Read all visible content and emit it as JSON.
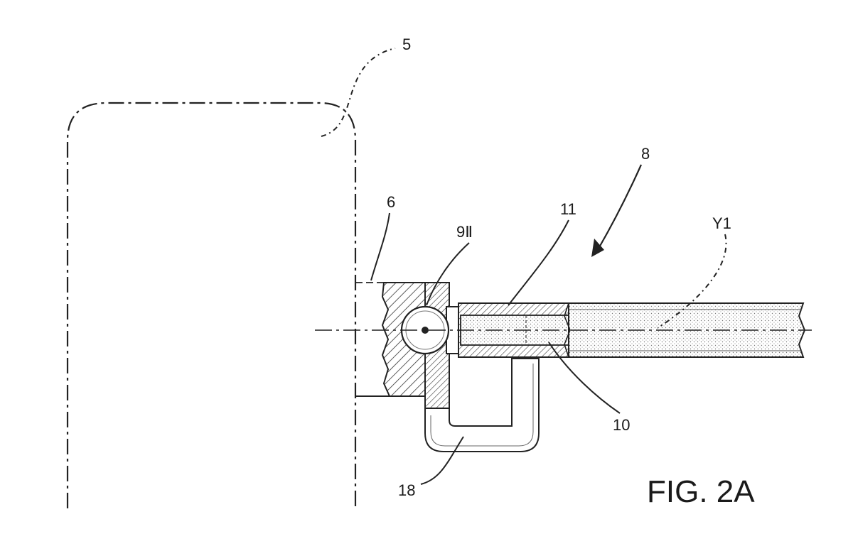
{
  "figure": {
    "title": "FIG. 2A",
    "labels": {
      "housing": "5",
      "wall": "6",
      "arm": "8",
      "joint": "9Ⅱ",
      "inner_part": "10",
      "outer_part": "11",
      "bracket": "18",
      "axis": "Y1"
    }
  }
}
